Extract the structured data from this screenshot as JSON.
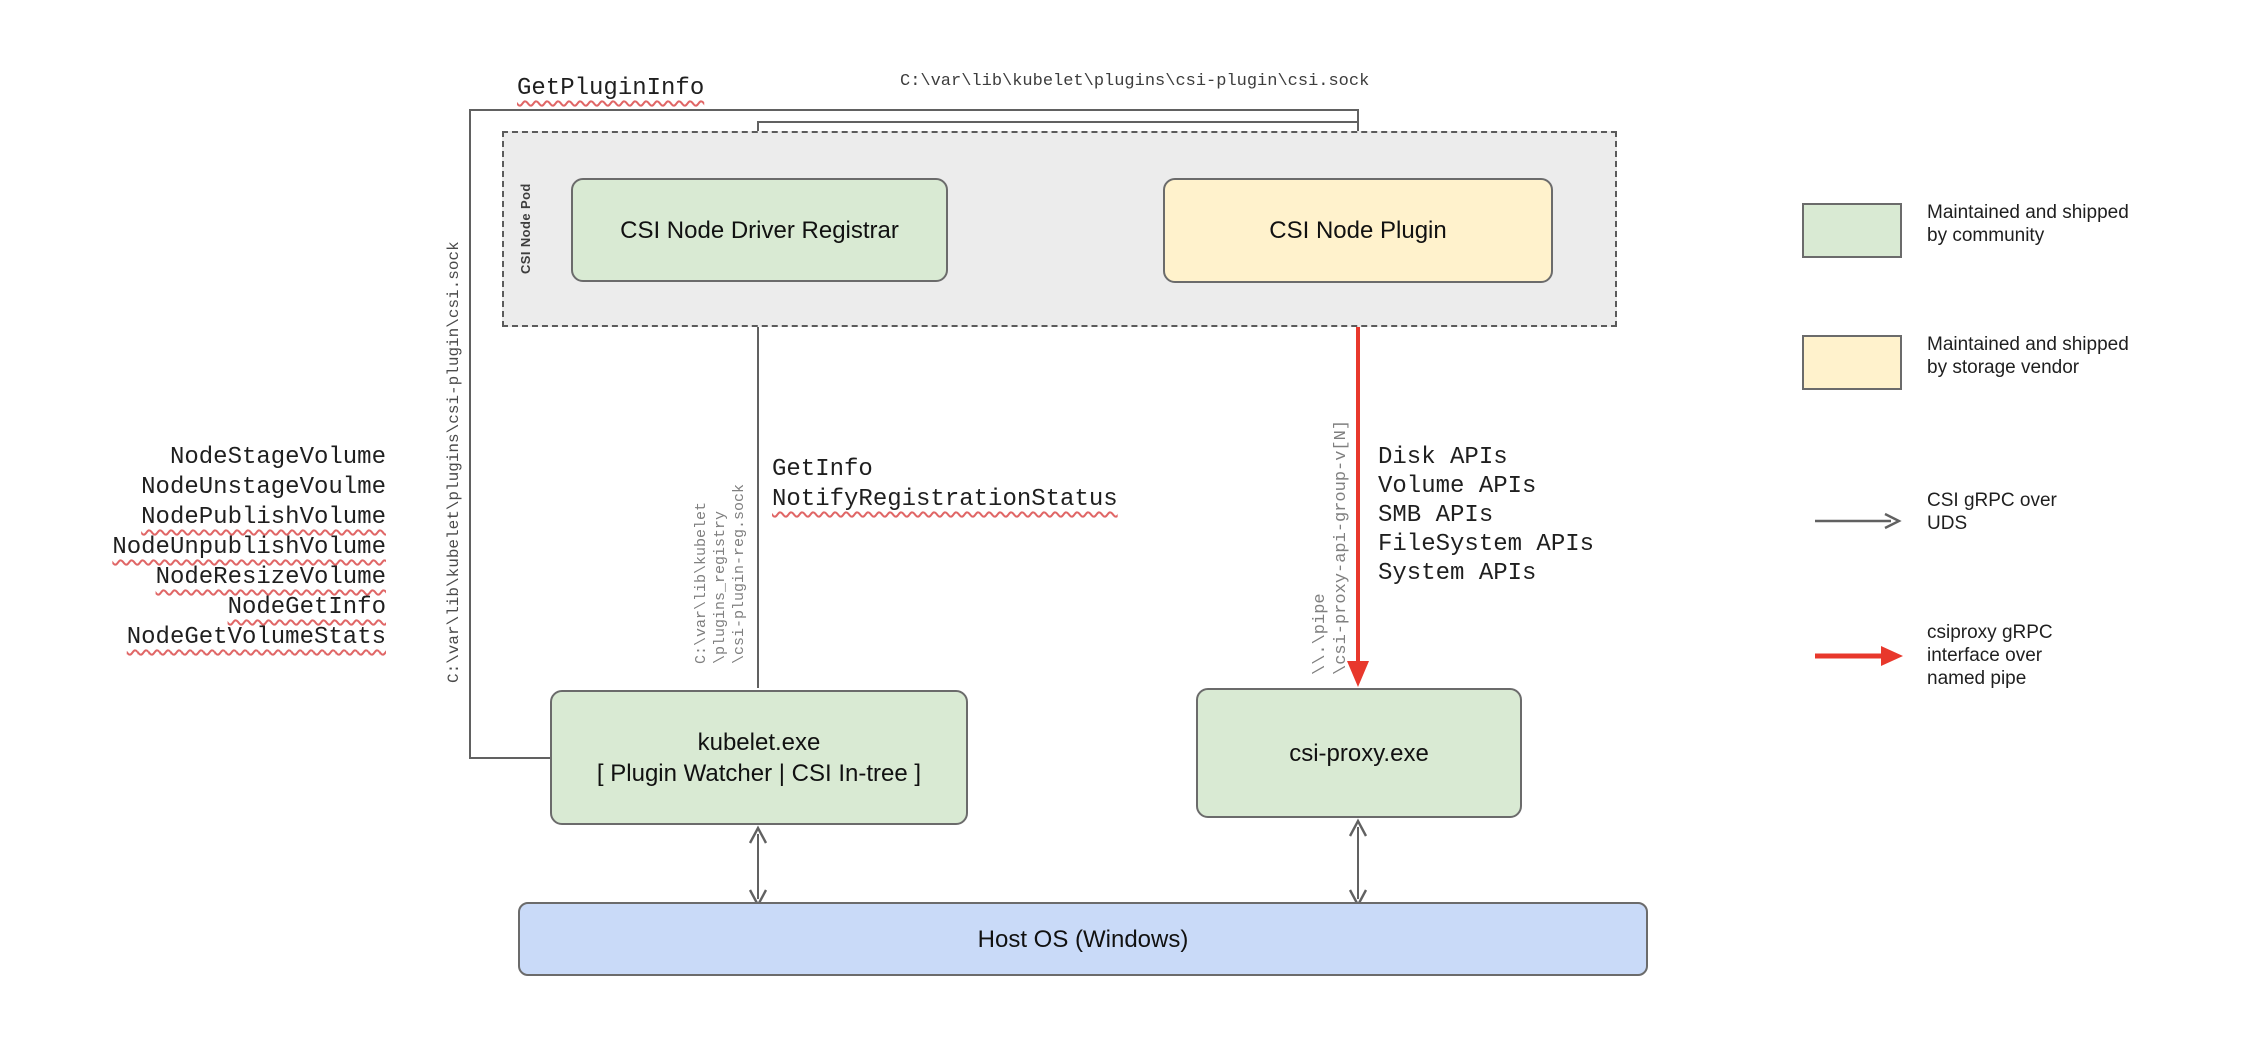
{
  "boxes": {
    "pod_label": "CSI Node Pod",
    "registrar": "CSI Node Driver Registrar",
    "plugin": "CSI Node Plugin",
    "kubelet_line1": "kubelet.exe",
    "kubelet_line2": "[ Plugin Watcher | CSI In-tree ]",
    "csi_proxy": "csi-proxy.exe",
    "host_os": "Host OS (Windows)"
  },
  "calls": {
    "get_plugin_info": "GetPluginInfo",
    "get_info": "GetInfo",
    "notify_registration_status": "NotifyRegistrationStatus",
    "node_methods": [
      "NodeStageVolume",
      "NodeUnstageVoulme",
      "NodePublishVolume",
      "NodeUnpublishVolume",
      "NodeResizeVolume",
      "NodeGetInfo",
      "NodeGetVolumeStats"
    ],
    "apis": [
      "Disk APIs",
      "Volume APIs",
      "SMB APIs",
      "FileSystem APIs",
      "System APIs"
    ]
  },
  "paths": {
    "csi_sock": "C:\\var\\lib\\kubelet\\plugins\\csi-plugin\\csi.sock",
    "registry_sock_lines": [
      "C:\\var\\lib\\kubelet",
      "\\plugins_registry",
      "\\csi-plugin-reg.sock"
    ],
    "pipe_lines": [
      "\\\\.\\pipe",
      "\\csi-proxy-api-group-v[N]"
    ]
  },
  "legend": [
    {
      "symbol": "green-swatch",
      "lines": [
        "Maintained and shipped",
        "by community"
      ]
    },
    {
      "symbol": "yellow-swatch",
      "lines": [
        "Maintained and shipped",
        "by storage vendor"
      ]
    },
    {
      "symbol": "gray-arrow",
      "lines": [
        "CSI gRPC over",
        "UDS"
      ]
    },
    {
      "symbol": "red-arrow",
      "lines": [
        "csiproxy gRPC",
        "interface over",
        "named pipe"
      ]
    }
  ],
  "colors": {
    "community_green": "#d9ead3",
    "vendor_yellow": "#fff2cc",
    "host_blue": "#c9daf8",
    "pod_fill": "#ececec",
    "line_gray": "#616161",
    "border_gray": "#6b6b6b",
    "csiproxy_red": "#e8382c",
    "squiggle_red": "#e06666"
  }
}
